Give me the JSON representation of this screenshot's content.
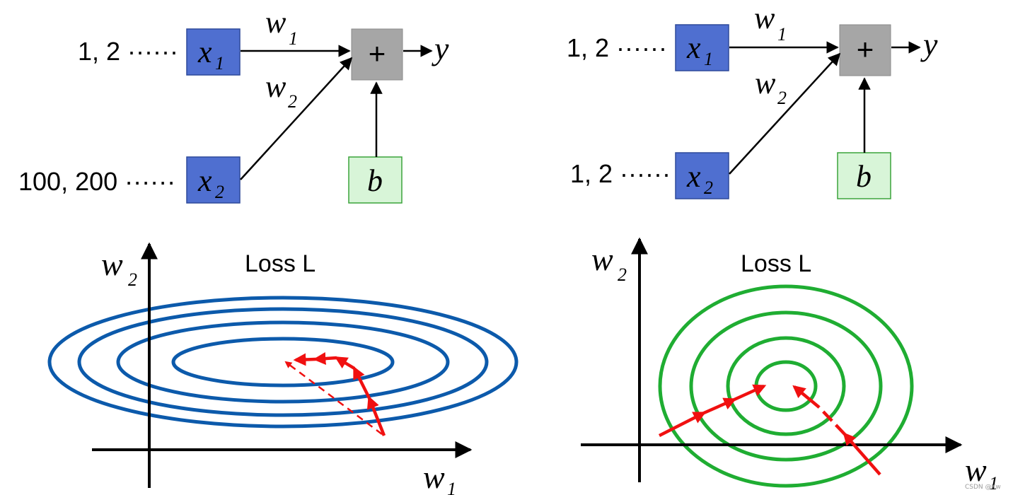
{
  "colors": {
    "input_box_fill": "#4f6fd0",
    "input_box_stroke": "#2f4a9a",
    "sum_box_fill": "#a6a6a6",
    "bias_box_fill": "#d8f5d8",
    "bias_box_stroke": "#3aa33a",
    "blue_contour": "#0c5aab",
    "green_contour": "#1fad32",
    "arrow_red": "#f01010",
    "black": "#000000"
  },
  "left": {
    "x1_values": "1, 2 ······",
    "x2_values": "100, 200 ······",
    "x1_var": "x",
    "x1_sub": "1",
    "x2_var": "x",
    "x2_sub": "2",
    "w1_var": "w",
    "w1_sub": "1",
    "w2_var": "w",
    "w2_sub": "2",
    "sum_symbol": "+",
    "output": "y",
    "bias": "b",
    "loss_title": "Loss L",
    "axis_y_var": "w",
    "axis_y_sub": "2",
    "axis_x_var": "w",
    "axis_x_sub": "1"
  },
  "right": {
    "x1_values": "1, 2 ······",
    "x2_values": "1, 2 ······",
    "x1_var": "x",
    "x1_sub": "1",
    "x2_var": "x",
    "x2_sub": "2",
    "w1_var": "w",
    "w1_sub": "1",
    "w2_var": "w",
    "w2_sub": "2",
    "sum_symbol": "+",
    "output": "y",
    "bias": "b",
    "loss_title": "Loss L",
    "axis_y_var": "w",
    "axis_y_sub": "2",
    "axis_x_var": "w",
    "axis_x_sub": "1"
  },
  "watermark": "CSDN @Kw"
}
